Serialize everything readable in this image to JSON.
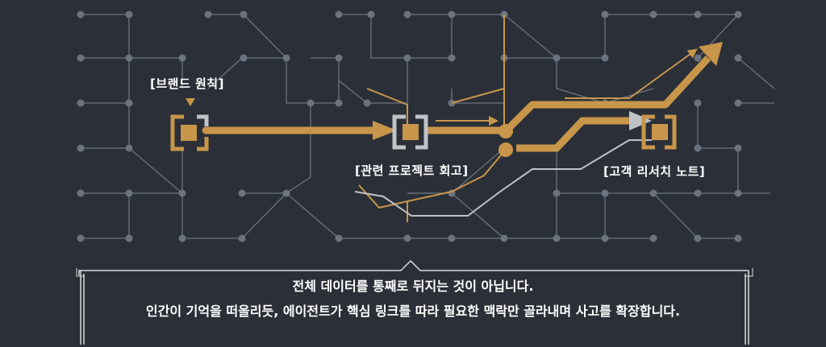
{
  "labels": {
    "brand_principles": "[브랜드 원칙]",
    "related_project": "[관련 프로젝트 회고]",
    "customer_research": "[고객 리서치 노트]"
  },
  "caption": {
    "line1": "전체 데이터를 통째로 뒤지는 것이 아닙니다.",
    "line2": "인간이 기억을 떠올리듯, 에이전트가 핵심 링크를 따라 필요한 맥락만 골라내며 사고를 확장합니다."
  },
  "colors": {
    "background": "#2b3038",
    "grid": "#6c737e",
    "gold": "#c8964a",
    "silver": "#bfc3c8",
    "text": "#ffffff"
  }
}
